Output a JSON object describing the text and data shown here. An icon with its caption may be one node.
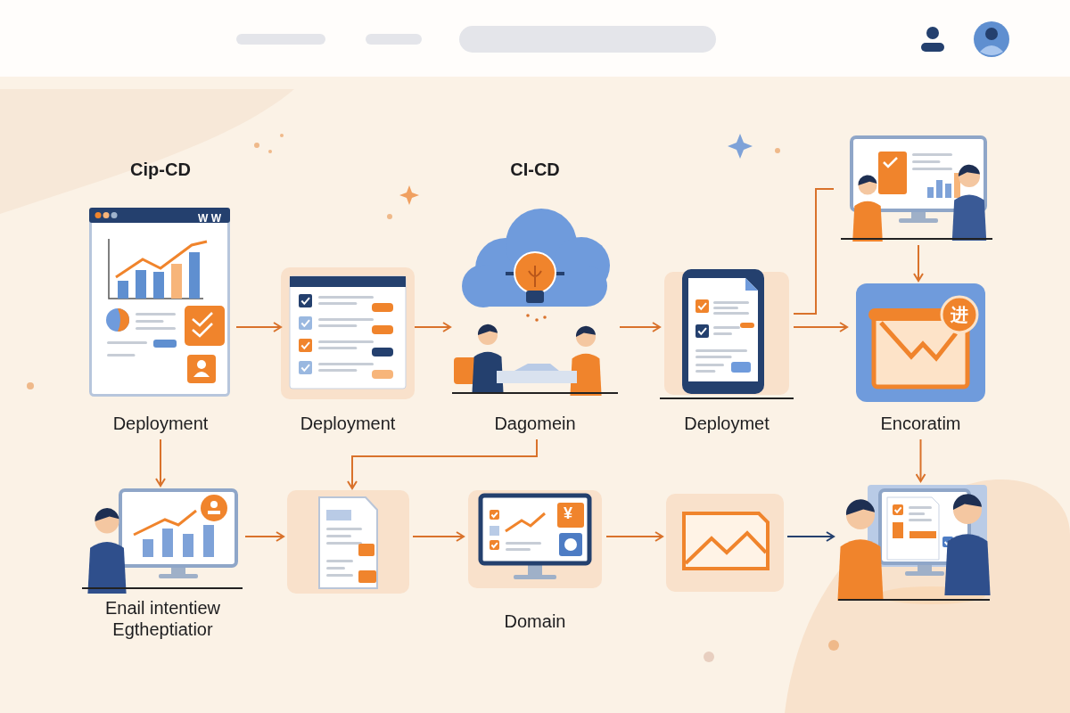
{
  "diagram": {
    "nodes": [
      {
        "text": [
          "Cip-CD",
          "Deployment"
        ]
      },
      {
        "text": [
          "Deployment"
        ]
      },
      {
        "text": [
          "CI-CD",
          "Dagomein"
        ]
      },
      {
        "text": [
          "Deploymet"
        ]
      },
      {
        "text": [],
        "shape": "picture"
      },
      {
        "text": [
          "Encoratim"
        ]
      },
      {
        "text": [
          "Enail intentiew Egtheptiatior"
        ]
      },
      {
        "text": [],
        "shape": "picture"
      },
      {
        "text": [
          "Domain"
        ]
      },
      {
        "text": [],
        "shape": "picture"
      },
      {
        "text": [],
        "shape": "picture"
      }
    ],
    "edges": [
      {
        "from": 0,
        "to": 1,
        "arrow": "to"
      },
      {
        "from": 1,
        "to": 2,
        "arrow": "to"
      },
      {
        "from": 2,
        "to": 3,
        "arrow": "to"
      },
      {
        "from": 3,
        "to": 4,
        "arrow": "none"
      },
      {
        "from": 3,
        "to": 5,
        "arrow": "to"
      },
      {
        "from": 4,
        "to": 5,
        "arrow": "to"
      },
      {
        "from": 0,
        "to": 6,
        "arrow": "to"
      },
      {
        "from": 2,
        "to": 7,
        "arrow": "to"
      },
      {
        "from": 6,
        "to": 7,
        "arrow": "to"
      },
      {
        "from": 7,
        "to": 8,
        "arrow": "to"
      },
      {
        "from": 8,
        "to": 9,
        "arrow": "to"
      },
      {
        "from": 9,
        "to": 10,
        "arrow": "to",
        "color": "#24406e"
      },
      {
        "from": 5,
        "to": 10,
        "arrow": "to"
      }
    ],
    "labels": [
      "W W",
      "进",
      "¥"
    ]
  }
}
